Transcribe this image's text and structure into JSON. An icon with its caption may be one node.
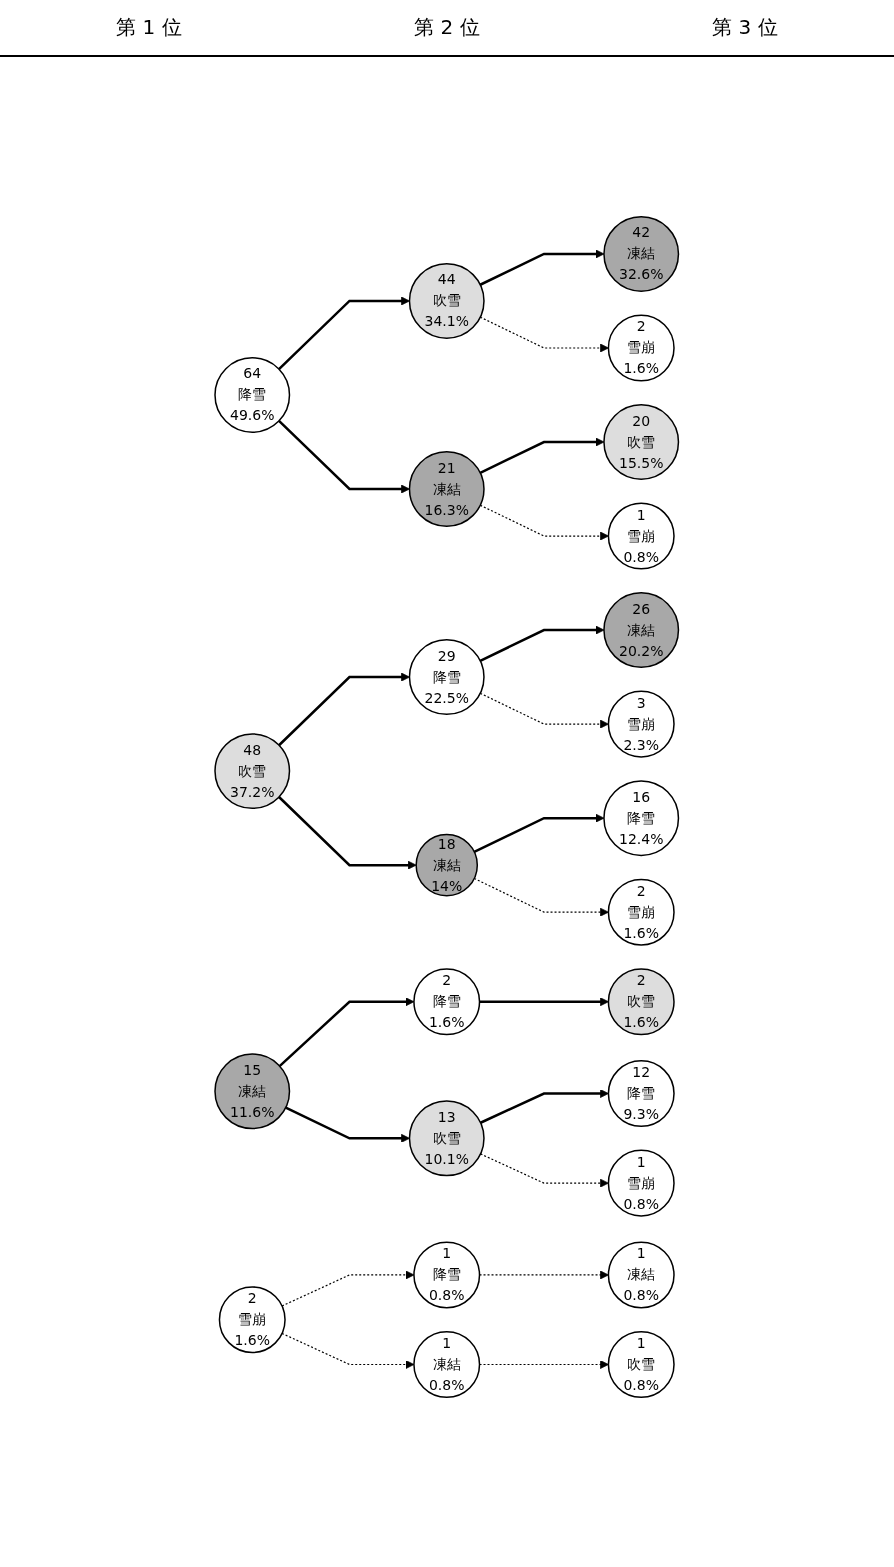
{
  "diagram": {
    "nodes": [
      {
        "text": [
          "64",
          "降雪",
          "49.6%"
        ]
      },
      {
        "text": [
          "44",
          "吹雪",
          "34.1%"
        ]
      },
      {
        "text": [
          "42",
          "凍結",
          "32.6%"
        ]
      },
      {
        "text": [
          "2",
          "雪崩",
          "1.6%"
        ]
      },
      {
        "text": [
          "21",
          "凍結",
          "16.3%"
        ]
      },
      {
        "text": [
          "20",
          "吹雪",
          "15.5%"
        ]
      },
      {
        "text": [
          "1",
          "雪崩",
          "0.8%"
        ]
      },
      {
        "text": [
          "48",
          "吹雪",
          "37.2%"
        ]
      },
      {
        "text": [
          "29",
          "降雪",
          "22.5%"
        ]
      },
      {
        "text": [
          "26",
          "凍結",
          "20.2%"
        ]
      },
      {
        "text": [
          "3",
          "雪崩",
          "2.3%"
        ]
      },
      {
        "text": [
          "18",
          "凍結",
          "14%"
        ]
      },
      {
        "text": [
          "16",
          "降雪",
          "12.4%"
        ]
      },
      {
        "text": [
          "2",
          "雪崩",
          "1.6%"
        ]
      },
      {
        "text": [
          "15",
          "凍結",
          "11.6%"
        ]
      },
      {
        "text": [
          "2",
          "降雪",
          "1.6%"
        ]
      },
      {
        "text": [
          "2",
          "吹雪",
          "1.6%"
        ]
      },
      {
        "text": [
          "13",
          "吹雪",
          "10.1%"
        ]
      },
      {
        "text": [
          "12",
          "降雪",
          "9.3%"
        ]
      },
      {
        "text": [
          "1",
          "雪崩",
          "0.8%"
        ]
      },
      {
        "text": [
          "2",
          "雪崩",
          "1.6%"
        ]
      },
      {
        "text": [
          "1",
          "降雪",
          "0.8%"
        ]
      },
      {
        "text": [
          "1",
          "凍結",
          "0.8%"
        ]
      },
      {
        "text": [
          "1",
          "凍結",
          "0.8%"
        ]
      },
      {
        "text": [
          "1",
          "吹雪",
          "0.8%"
        ]
      }
    ],
    "edges": [
      {
        "from": 0,
        "to": 1,
        "arrow": "to"
      },
      {
        "from": 0,
        "to": 4,
        "arrow": "to"
      },
      {
        "from": 1,
        "to": 2,
        "arrow": "to"
      },
      {
        "from": 1,
        "to": 3,
        "arrow": "to",
        "style": "dashed"
      },
      {
        "from": 4,
        "to": 5,
        "arrow": "to"
      },
      {
        "from": 4,
        "to": 6,
        "arrow": "to",
        "style": "dashed"
      },
      {
        "from": 7,
        "to": 8,
        "arrow": "to"
      },
      {
        "from": 7,
        "to": 11,
        "arrow": "to"
      },
      {
        "from": 8,
        "to": 9,
        "arrow": "to"
      },
      {
        "from": 8,
        "to": 10,
        "arrow": "to",
        "style": "dashed"
      },
      {
        "from": 11,
        "to": 12,
        "arrow": "to"
      },
      {
        "from": 11,
        "to": 13,
        "arrow": "to",
        "style": "dashed"
      },
      {
        "from": 14,
        "to": 15,
        "arrow": "to"
      },
      {
        "from": 14,
        "to": 17,
        "arrow": "to"
      },
      {
        "from": 15,
        "to": 16,
        "arrow": "to"
      },
      {
        "from": 17,
        "to": 18,
        "arrow": "to"
      },
      {
        "from": 17,
        "to": 19,
        "arrow": "to",
        "style": "dashed"
      },
      {
        "from": 20,
        "to": 21,
        "arrow": "to",
        "style": "dashed"
      },
      {
        "from": 20,
        "to": 22,
        "arrow": "to",
        "style": "dashed"
      },
      {
        "from": 21,
        "to": 23,
        "arrow": "to",
        "style": "dashed"
      },
      {
        "from": 22,
        "to": 24,
        "arrow": "to",
        "style": "dashed"
      }
    ],
    "labels": [
      "第 1 位",
      "第 2 位",
      "第 3 位"
    ]
  }
}
